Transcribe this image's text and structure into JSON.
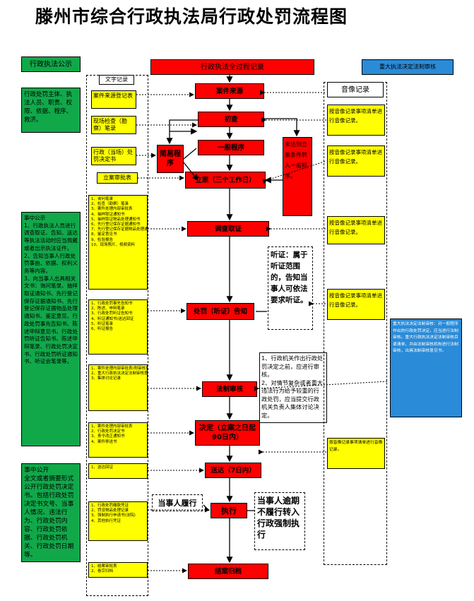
{
  "title": "滕州市综合行政执法局行政处罚流程图",
  "left_column": {
    "header": "行政执法公示",
    "disclosure_box": "行政处罚主体、执法人员、职责、权限、依据、程序、救济。",
    "case_publicity": "事中公示\n1、行政执法人员进行调查取证、告知、送达等执法活动时应当佩戴或者出示执法证件。\n2、告知当事人行政处罚事由、依据、权利义务等内容。\n3、向当事人出具相关文书：询问笔录、抽样取证通知书、先行登记保存证据通知书、先行登记保存证据物品处理通知书、鉴定意见、行政处罚事先告知书、陈述申辩意见书、行政处罚听证告知书、陈述申辩笔录、行政处罚决定书、行政处罚听证通知书、听证会笔录等。",
    "post_publicity": "事中公开\n全文或者摘要形式公开行政处罚决定书。包括行政处罚决定书文号、当事人情况、违法行为、行政处罚内容、行政处罚依据、行政处罚机关、行政处罚日期等。"
  },
  "text_record": {
    "header": "文字记录",
    "case_source_form": "案件来源登记表",
    "inspection_record": "现场检查（勘察）笔录",
    "onsite_decision": "行政（当场）处罚决定书",
    "filing_form": "立案审批表",
    "investigation_list": [
      "询问笔录",
      "检查（勘察）笔录",
      "案件处理内部审批表",
      "抽样取证通知书",
      "抽样取证物品处理通知书",
      "先行登记保存证据通知书",
      "先行登记保存证据物品处理通知书",
      "鉴定意见书",
      "检验报告",
      "现场照片、视频资料"
    ],
    "hearing_list": [
      "行政处罚事先告知书",
      "陈述、申辩笔录",
      "行政处罚听证告知书",
      "听证通知书/送达回证",
      "听证笔录",
      "听证报告"
    ],
    "legal_review_list": [
      "案件处理内部审批表(附审核意见)",
      "重大行政执法决定法制审核意见书",
      "集体讨论记录"
    ],
    "decision_list": [
      "案件处理内部审批表",
      "行政处罚决定书",
      "责令改正通知书",
      "案件移送书"
    ],
    "delivery_list": [
      "送达回证"
    ],
    "execution_list": [
      "行政处罚缴款凭证",
      "罚没物品处理记录",
      "强制执行申请书(法院)",
      "其他执行凭证"
    ],
    "closing_list": [
      "结案审批表",
      "卷宗归档"
    ]
  },
  "main_flow": {
    "top_header": "行政执法全过程记录",
    "case_source": "案件来源",
    "initial_check": "初查",
    "general_procedure": "一般程序",
    "simple_procedure": "简易程序",
    "filing": "立案（三个工作日）",
    "investigation": "调查取证",
    "penalty_notice": "处罚（听证）告知",
    "legal_review": "法制审核",
    "decision": "决定（立案之日起90日内）",
    "delivery": "送达（7日内）",
    "execution": "执行",
    "closing": "结案归档",
    "transfer_note": "未达到立案条件转入一般程序。",
    "hearing_note": "听证：属于听证范围的，告知当事人可依法要求听证。",
    "collective_note": "1、行政机关作出行政处罚决定之前，应进行审核。\n2、对情节复杂或者重大违法行为给予较重的行政处罚，应当提交行政机关负责人集体讨论决定。",
    "voluntary_exec": "当事人履行",
    "forced_exec": "当事人逾期不履行转入行政强制执行"
  },
  "right_column": {
    "legal_review_header": "重大执法决定法制审核",
    "av_record_header": "音像记录",
    "av_note_1": "按音像记录事项清单进行音像记录。",
    "av_note_2": "按音像记录事项清单进行音像记录。",
    "av_note_3": "按音像记录事项清单进行音像记录。",
    "av_note_4": "按音像记录事项清单进行音像记录。",
    "av_note_5": "按音像记录事项清单进行音像记录。",
    "av_note_6": "按音像记录事项清单进行音像记录。",
    "major_review": "重大执法决定法制审核：对一般程序作出的行政处罚决定，应当进行法制审核。重大行政执法决定法制审核目录清单、并由法制审核机构进行法制审核，出具法制审核意见书。"
  },
  "colors": {
    "red": "#ff0000",
    "green": "#11a84a",
    "yellow": "#ffff00",
    "blue": "#2a8bd8"
  }
}
